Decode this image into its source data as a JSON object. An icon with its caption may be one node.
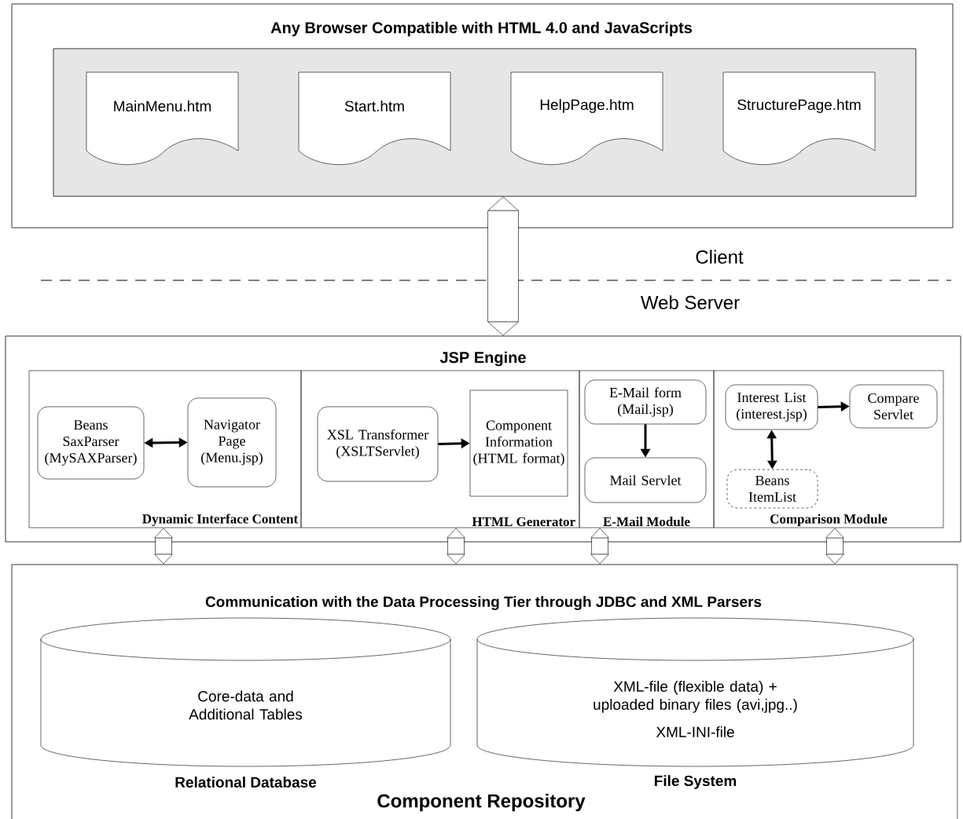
{
  "diagram": {
    "nodes": [
      {
        "text": [
          "Any Browser Compatible with HTML 4.0 and JavaScripts"
        ]
      },
      {
        "text": [],
        "shape": "box",
        "in": 0
      },
      {
        "text": [
          "MainMenu.htm"
        ],
        "in": 1
      },
      {
        "text": [
          "Start.htm"
        ],
        "in": 1
      },
      {
        "text": [
          "HelpPage.htm"
        ],
        "in": 1
      },
      {
        "text": [
          "StructurePage.htm"
        ],
        "in": 1
      },
      {
        "text": [
          "JSP Engine"
        ]
      },
      {
        "text": [
          "Dynamic Interface Content"
        ],
        "in": 6
      },
      {
        "text": [
          "Beans SaxParser (MySAXParser)"
        ],
        "in": 7
      },
      {
        "text": [
          "Navigator Page (Menu.jsp)"
        ],
        "in": 7
      },
      {
        "text": [
          "HTML Generator"
        ],
        "in": 6
      },
      {
        "text": [
          "XSL Transformer (XSLTServlet)"
        ],
        "in": 10
      },
      {
        "text": [
          "Component Information (HTML format)"
        ],
        "in": 10
      },
      {
        "text": [
          "E-Mail Module"
        ],
        "in": 6
      },
      {
        "text": [
          "E-Mail form (Mail.jsp)"
        ],
        "in": 13
      },
      {
        "text": [
          "Mail Servlet"
        ],
        "in": 13
      },
      {
        "text": [
          "Comparison Module"
        ],
        "in": 6
      },
      {
        "text": [
          "Interest List (interest.jsp)"
        ],
        "in": 16
      },
      {
        "text": [
          "Compare Servlet"
        ],
        "in": 16
      },
      {
        "text": [
          "Beans ItemList"
        ],
        "in": 16
      },
      {
        "text": [
          "Communication with the Data Processing Tier through JDBC and XML Parsers",
          "Component Repository"
        ]
      },
      {
        "text": [
          "Core-data and Additional Tables"
        ],
        "beside": [
          "Relational Database"
        ],
        "in": 20
      },
      {
        "text": [
          "XML-file (flexible data) + uploaded binary files (avi,jpg..)",
          "XML-INI-file"
        ],
        "beside": [
          "File System"
        ],
        "in": 20
      }
    ],
    "edges": [
      {
        "from": 1,
        "to": 6,
        "arrow": "both",
        "style": "thick"
      },
      {
        "from": 8,
        "to": 9,
        "arrow": "both"
      },
      {
        "from": 11,
        "to": 12,
        "arrow": "to"
      },
      {
        "from": 14,
        "to": 15,
        "arrow": "to"
      },
      {
        "from": 17,
        "to": 18,
        "arrow": "to"
      },
      {
        "from": 17,
        "to": 19,
        "arrow": "both"
      },
      {
        "from": 7,
        "to": 20,
        "arrow": "both",
        "style": "thick"
      },
      {
        "from": 10,
        "to": 20,
        "arrow": "both",
        "style": "thick"
      },
      {
        "from": 13,
        "to": 20,
        "arrow": "both",
        "style": "thick"
      },
      {
        "from": 16,
        "to": 20,
        "arrow": "both",
        "style": "thick"
      }
    ],
    "labels": [
      "Client",
      "Web Server"
    ]
  }
}
